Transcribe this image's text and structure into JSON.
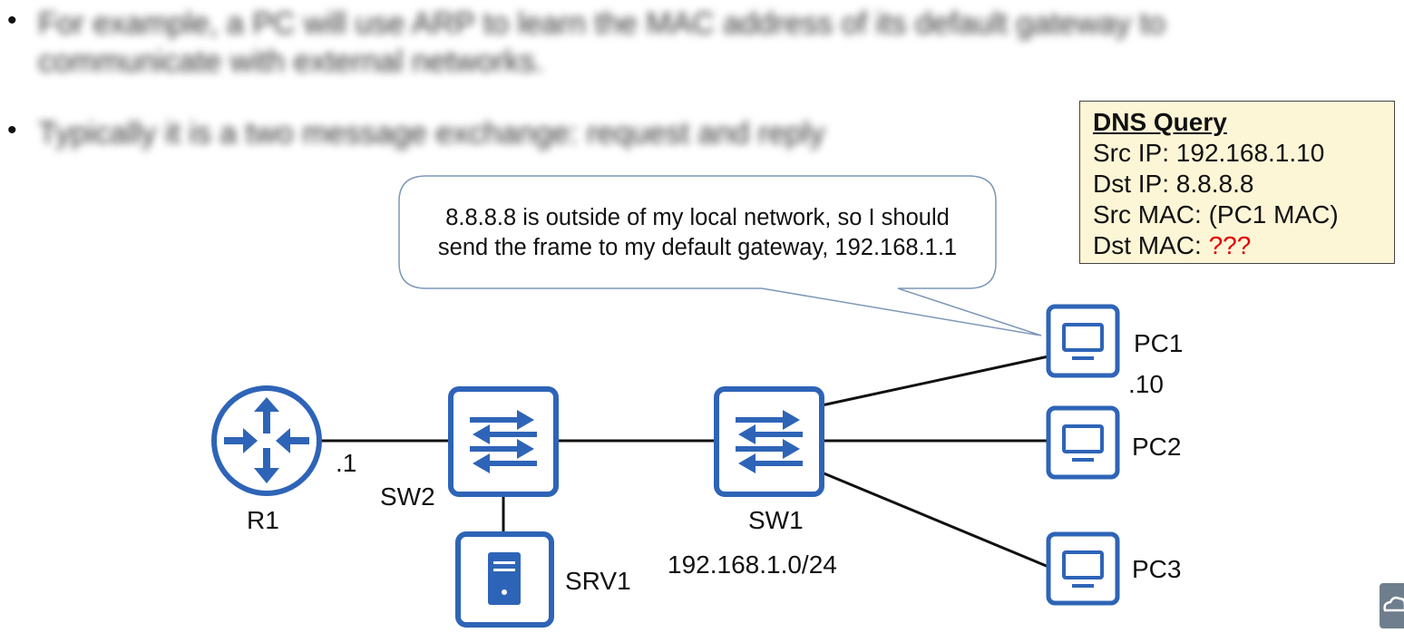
{
  "slide": {
    "bullets": [
      {
        "lines": [
          "For example, a PC will use ARP to learn the MAC address of its default gateway to",
          "communicate with external networks."
        ]
      },
      {
        "lines": [
          "Typically it is a two message exchange: request and reply"
        ]
      }
    ]
  },
  "dns_box": {
    "title": "DNS Query",
    "src_ip_label": "Src IP:",
    "src_ip": "192.168.1.10",
    "dst_ip_label": "Dst IP:",
    "dst_ip": "8.8.8.8",
    "src_mac_label": "Src MAC:",
    "src_mac": "(PC1 MAC)",
    "dst_mac_label": "Dst MAC:",
    "dst_mac": "???",
    "colors": {
      "background": "#fdf6d6",
      "unknown": "#e00000"
    }
  },
  "speech_bubble": {
    "line1": "8.8.8.8 is outside of my local network, so I should",
    "line2": "send the frame to my default gateway, 192.168.1.1"
  },
  "diagram": {
    "device_color": "#2e64b7",
    "nodes": {
      "r1": {
        "label": "R1",
        "icon": "router-icon"
      },
      "sw2": {
        "label": "SW2",
        "icon": "switch-icon"
      },
      "sw1": {
        "label": "SW1",
        "icon": "switch-icon"
      },
      "srv1": {
        "label": "SRV1",
        "icon": "server-icon"
      },
      "pc1": {
        "label": "PC1",
        "icon": "pc-icon"
      },
      "pc2": {
        "label": "PC2",
        "icon": "pc-icon"
      },
      "pc3": {
        "label": "PC3",
        "icon": "pc-icon"
      }
    },
    "r1_ip": ".1",
    "pc1_ip": ".10",
    "network": "192.168.1.0/24"
  }
}
